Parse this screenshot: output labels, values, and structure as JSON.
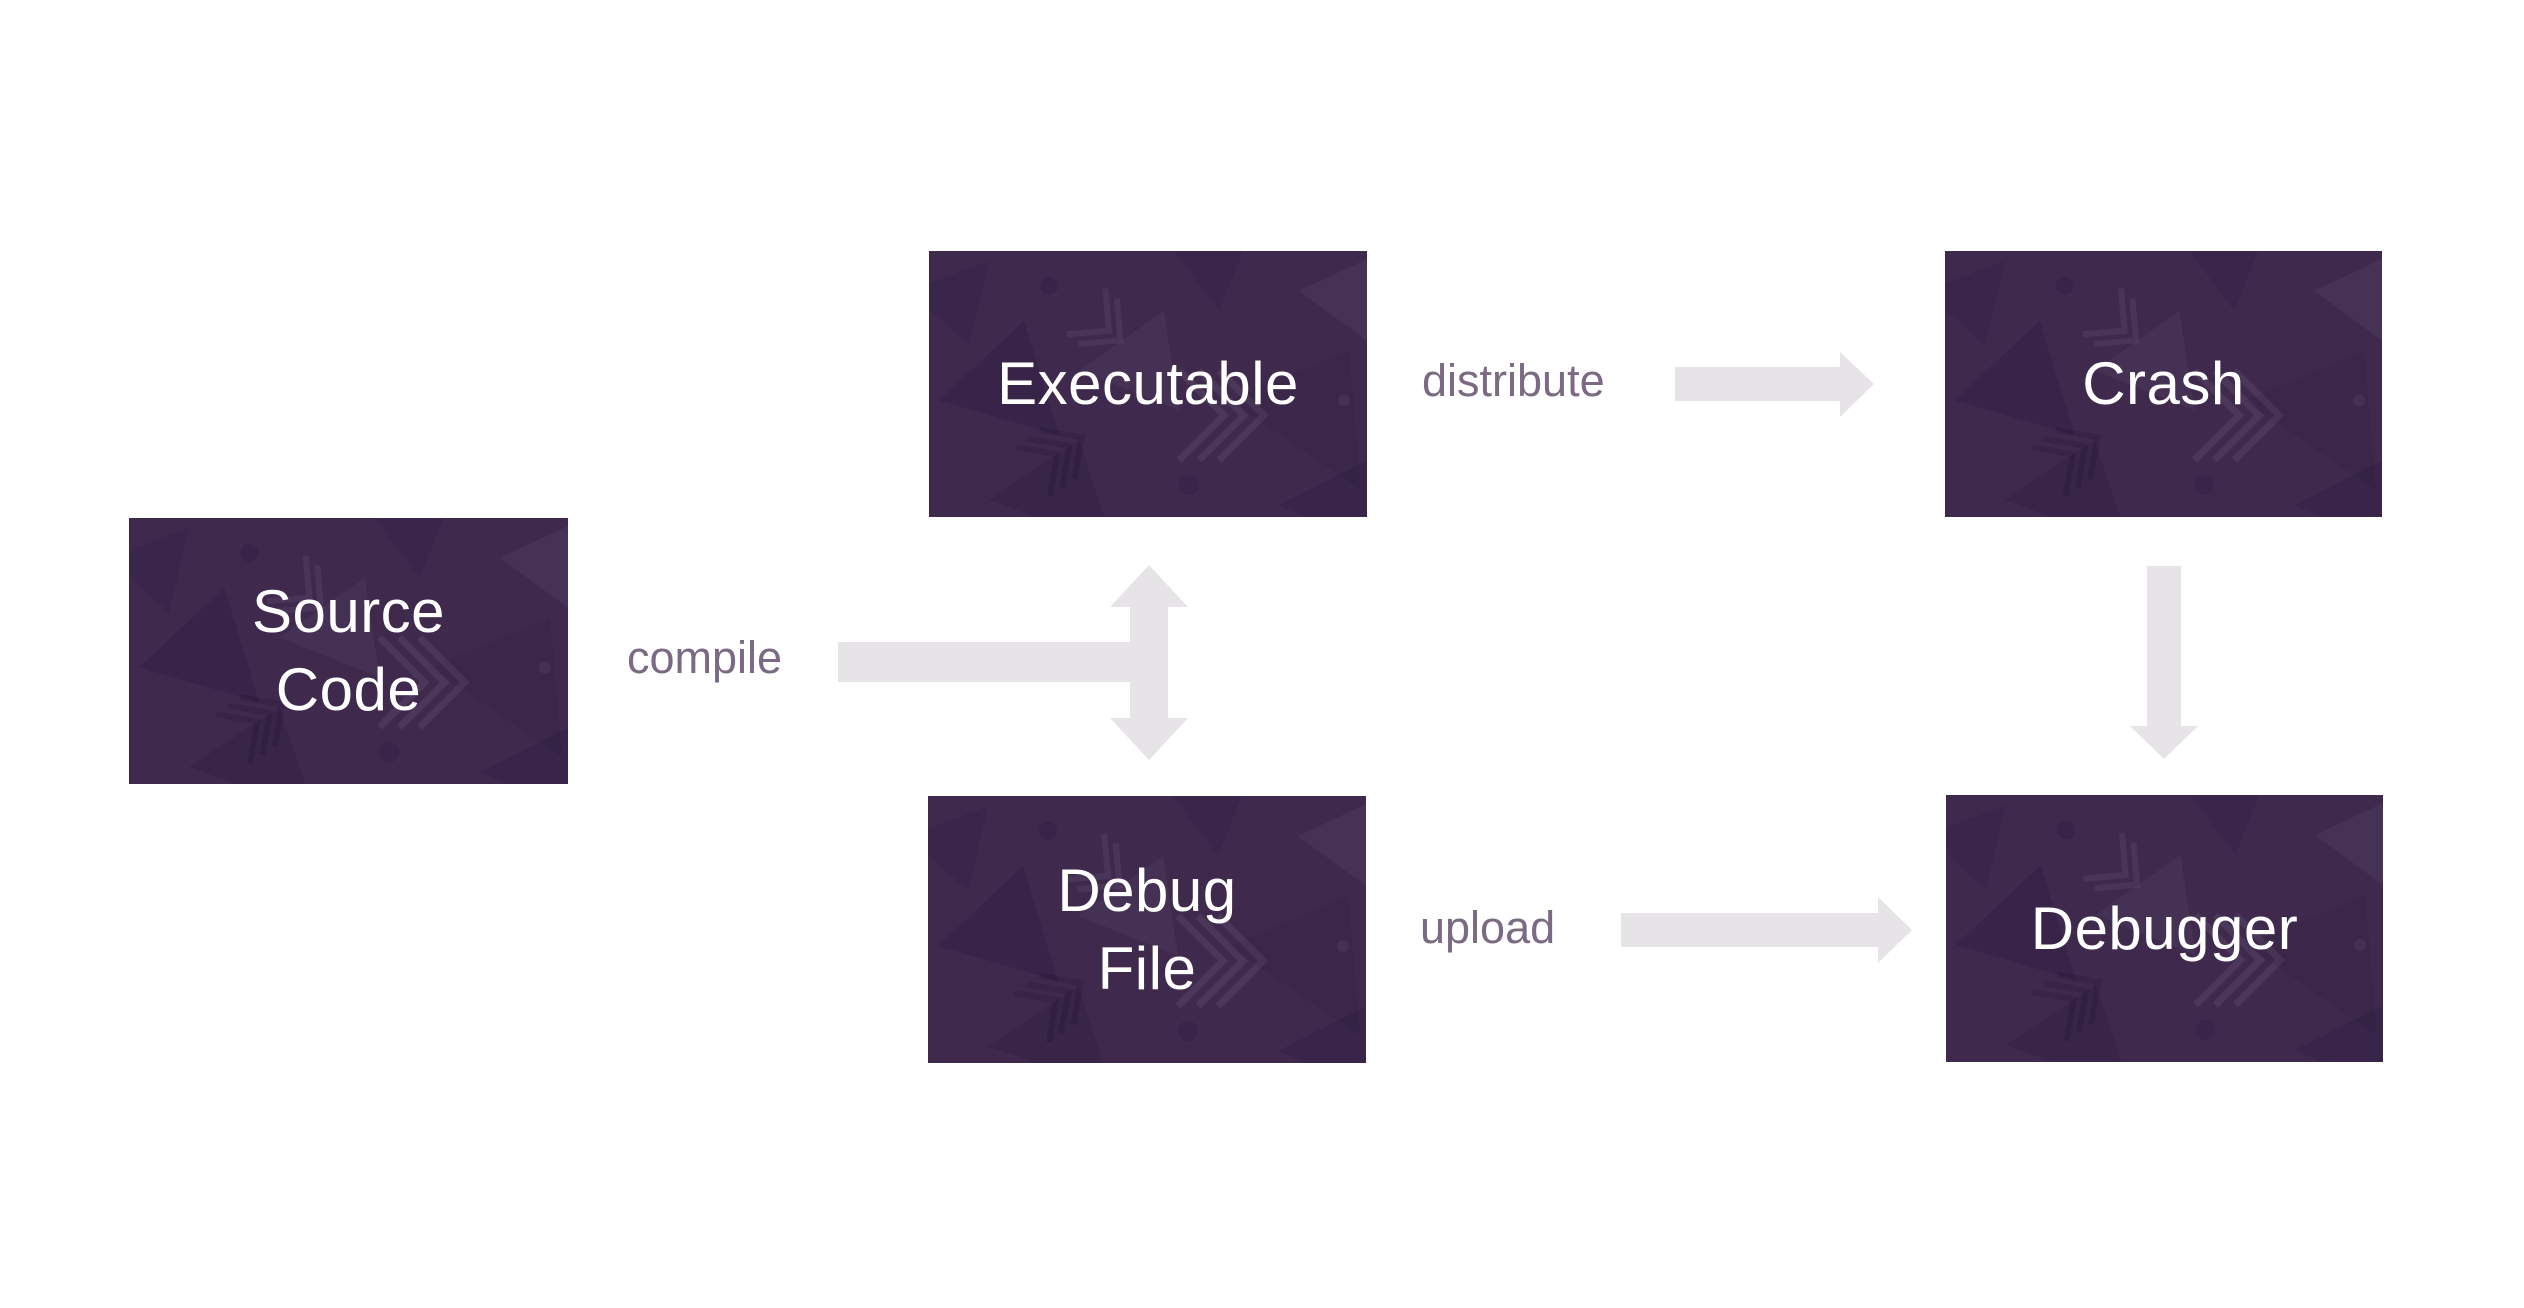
{
  "title": "Crash debugging flow diagram",
  "colors": {
    "node_fill": "#3f2a4e",
    "node_text": "#ffffff",
    "label_text": "#7b6a83",
    "arrow_fill": "#e6e4e6",
    "canvas_bg": "#ffffff"
  },
  "nodes": {
    "source": {
      "label": "Source\nCode"
    },
    "executable": {
      "label": "Executable"
    },
    "debug_file": {
      "label": "Debug\nFile"
    },
    "crash": {
      "label": "Crash"
    },
    "debugger": {
      "label": "Debugger"
    }
  },
  "edges": {
    "compile": {
      "label": "compile",
      "from": "Source Code",
      "to": "Executable / Debug File"
    },
    "distribute": {
      "label": "distribute",
      "from": "Executable",
      "to": "Crash"
    },
    "upload": {
      "label": "upload",
      "from": "Debug File",
      "to": "Debugger"
    },
    "crash_to_debugger": {
      "label": "",
      "from": "Crash",
      "to": "Debugger"
    }
  }
}
